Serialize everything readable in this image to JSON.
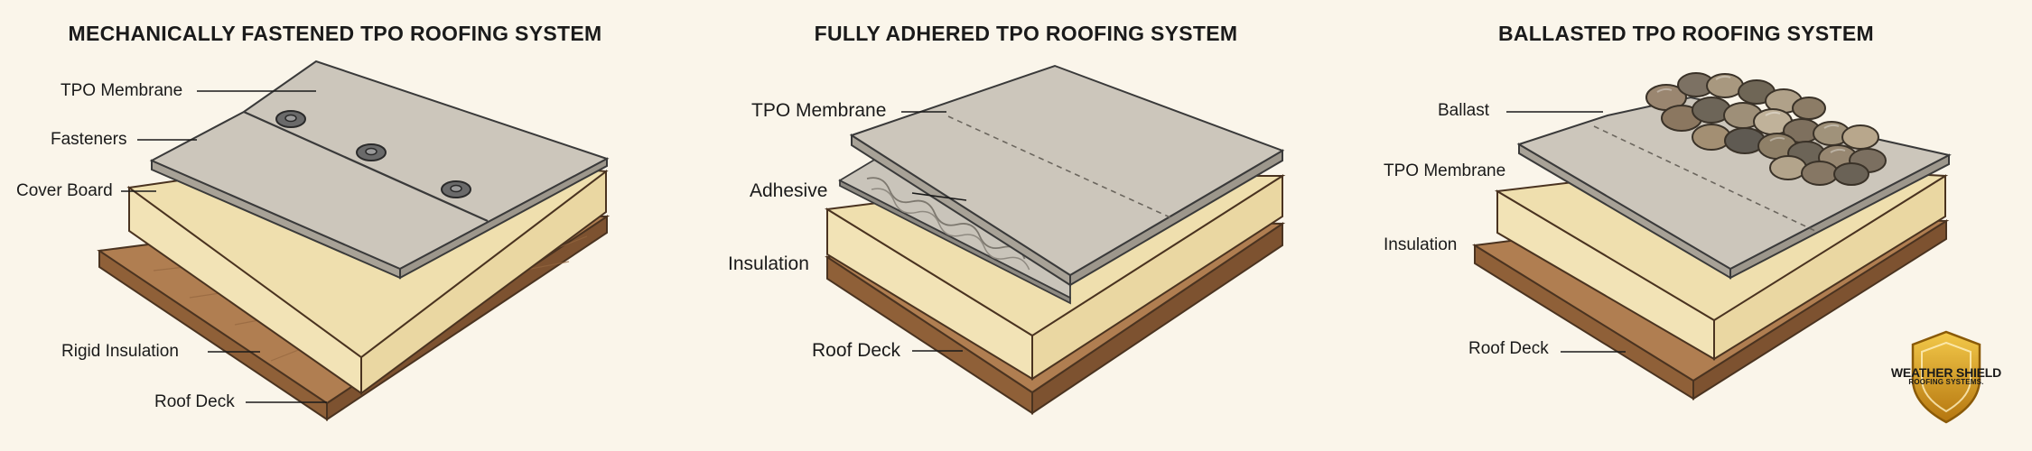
{
  "panels": [
    {
      "title": "MECHANICALLY FASTENED TPO ROOFING SYSTEM",
      "labels": {
        "membrane": "TPO Membrane",
        "fasteners": "Fasteners",
        "cover_board": "Cover Board",
        "rigid_insulation": "Rigid Insulation",
        "roof_deck": "Roof Deck"
      }
    },
    {
      "title": "FULLY ADHERED TPO ROOFING SYSTEM",
      "labels": {
        "membrane": "TPO Membrane",
        "adhesive": "Adhesive",
        "insulation": "Insulation",
        "roof_deck": "Roof Deck"
      }
    },
    {
      "title": "BALLASTED TPO ROOFING SYSTEM",
      "labels": {
        "ballast": "Ballast",
        "membrane": "TPO Membrane",
        "insulation": "Insulation",
        "roof_deck": "Roof Deck"
      }
    }
  ],
  "logo": {
    "line1": "WEATHER SHIELD",
    "line2": "ROOFING SYSTEMS."
  },
  "colors": {
    "background": "#faf5ea",
    "deck_top": "#b07e51",
    "deck_side": "#8f6038",
    "insulation_top": "#f2e3b6",
    "insulation_side": "#ead7a2",
    "membrane_top": "#ccc6bb",
    "membrane_side": "#a8a297",
    "logo_gold": "#d9a21f"
  }
}
